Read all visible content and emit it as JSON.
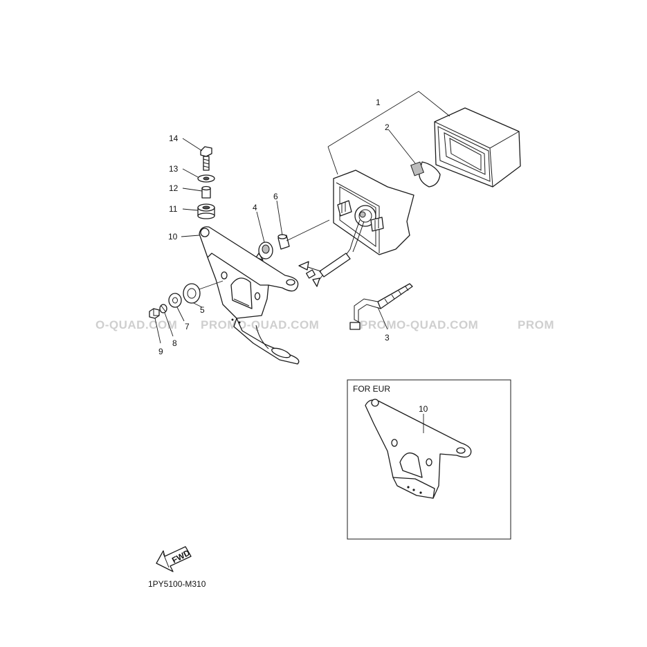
{
  "watermarks": [
    "O-QUAD.COM",
    "PROMO-QUAD.COM",
    "PROMO-QUAD.COM",
    "PROM"
  ],
  "callouts": {
    "c1": "1",
    "c2": "2",
    "c3": "3",
    "c4": "4",
    "c5": "5",
    "c6": "6",
    "c7": "7",
    "c8": "8",
    "c9": "9",
    "c10": "10",
    "c11": "11",
    "c12": "12",
    "c13": "13",
    "c14": "14"
  },
  "inset": {
    "title": "FOR EUR",
    "callout": "10"
  },
  "fwd_label": "FWD",
  "drawing_code": "1PY5100-M310"
}
